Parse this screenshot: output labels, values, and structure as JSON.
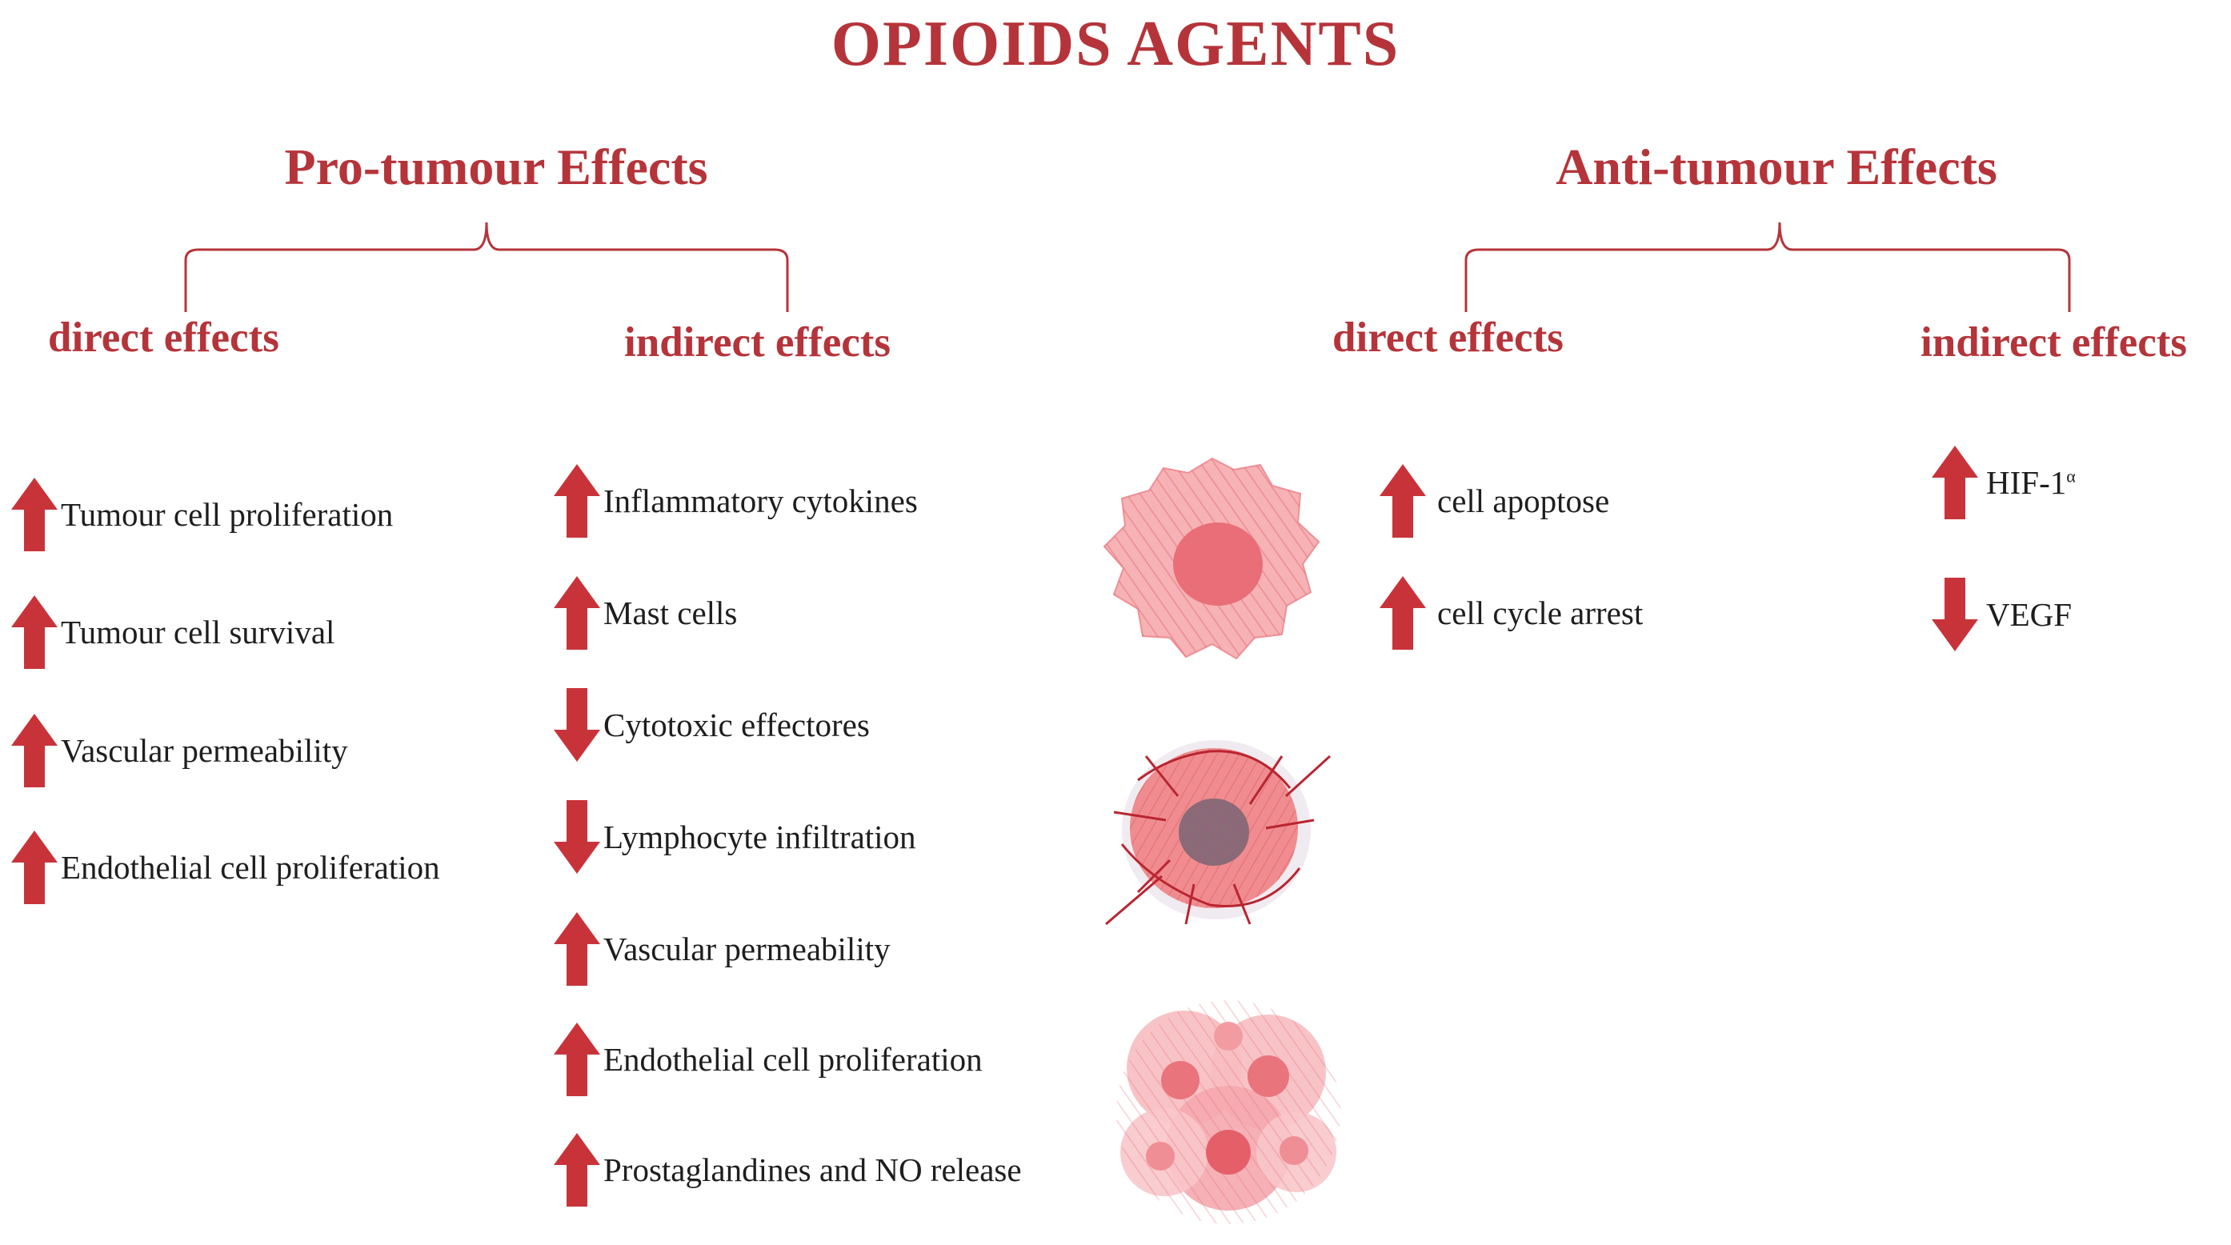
{
  "title": "OPIOIDS AGENTS",
  "pro": {
    "title": "Pro-tumour Effects",
    "direct_label": "direct effects",
    "indirect_label": "indirect effects",
    "direct": [
      {
        "text": "Tumour cell proliferation",
        "dir": "up"
      },
      {
        "text": "Tumour cell survival",
        "dir": "up"
      },
      {
        "text": "Vascular permeability",
        "dir": "up"
      },
      {
        "text": "Endothelial cell proliferation",
        "dir": "up"
      }
    ],
    "indirect": [
      {
        "text": "Inflammatory cytokines",
        "dir": "up"
      },
      {
        "text": "Mast cells",
        "dir": "up"
      },
      {
        "text": "Cytotoxic effectores",
        "dir": "down"
      },
      {
        "text": "Lymphocyte infiltration",
        "dir": "down"
      },
      {
        "text": "Vascular permeability",
        "dir": "up"
      },
      {
        "text": "Endothelial cell proliferation",
        "dir": "up"
      },
      {
        "text": "Prostaglandines and NO release",
        "dir": "up"
      }
    ]
  },
  "anti": {
    "title": "Anti-tumour Effects",
    "direct_label": "direct effects",
    "indirect_label": "indirect effects",
    "direct": [
      {
        "text": "cell apoptose",
        "dir": "up"
      },
      {
        "text": "cell cycle arrest",
        "dir": "up"
      }
    ],
    "indirect": [
      {
        "text": "HIF-1",
        "sup": "α",
        "dir": "up"
      },
      {
        "text": "VEGF",
        "dir": "down"
      }
    ]
  },
  "colors": {
    "heading": "#b5343a",
    "arrow": "#c8333a",
    "text": "#1e1e1e"
  }
}
